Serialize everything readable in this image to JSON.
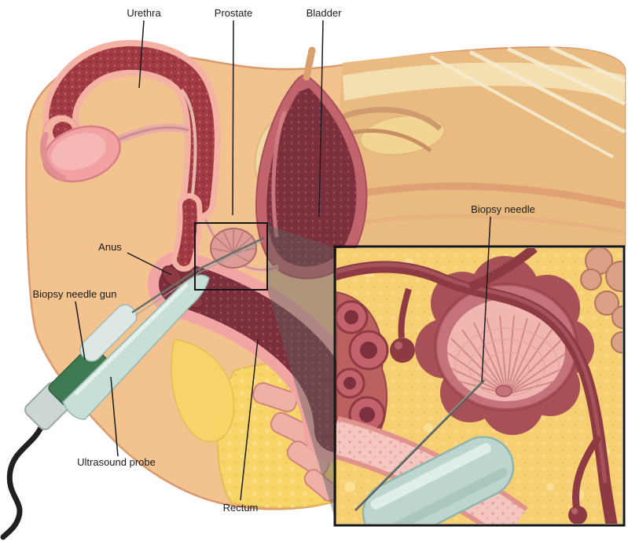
{
  "labels": {
    "urethra": "Urethra",
    "prostate": "Prostate",
    "bladder": "Bladder",
    "anus": "Anus",
    "biopsy_needle_gun": "Biopsy needle gun",
    "ultrasound_probe": "Ultrasound probe",
    "rectum": "Rectum",
    "biopsy_needle": "Biopsy needle"
  },
  "colors": {
    "background": "#ffffff",
    "skin_tissue": "#f2c28f",
    "deep_tissue_tan": "#e9bb80",
    "fat_yellow": "#f6cf73",
    "erectile_tissue_red": "#a23a44",
    "bladder_maroon": "#7c2f3c",
    "mucosa_pink": "#f0a5a2",
    "prostate_pink": "#f2b6b0",
    "probe_teal": "#c8dfd8",
    "probe_band_green": "#3f7b52",
    "vessel_dark_red": "#8e3a42",
    "label_text": "#1a1a1a"
  }
}
